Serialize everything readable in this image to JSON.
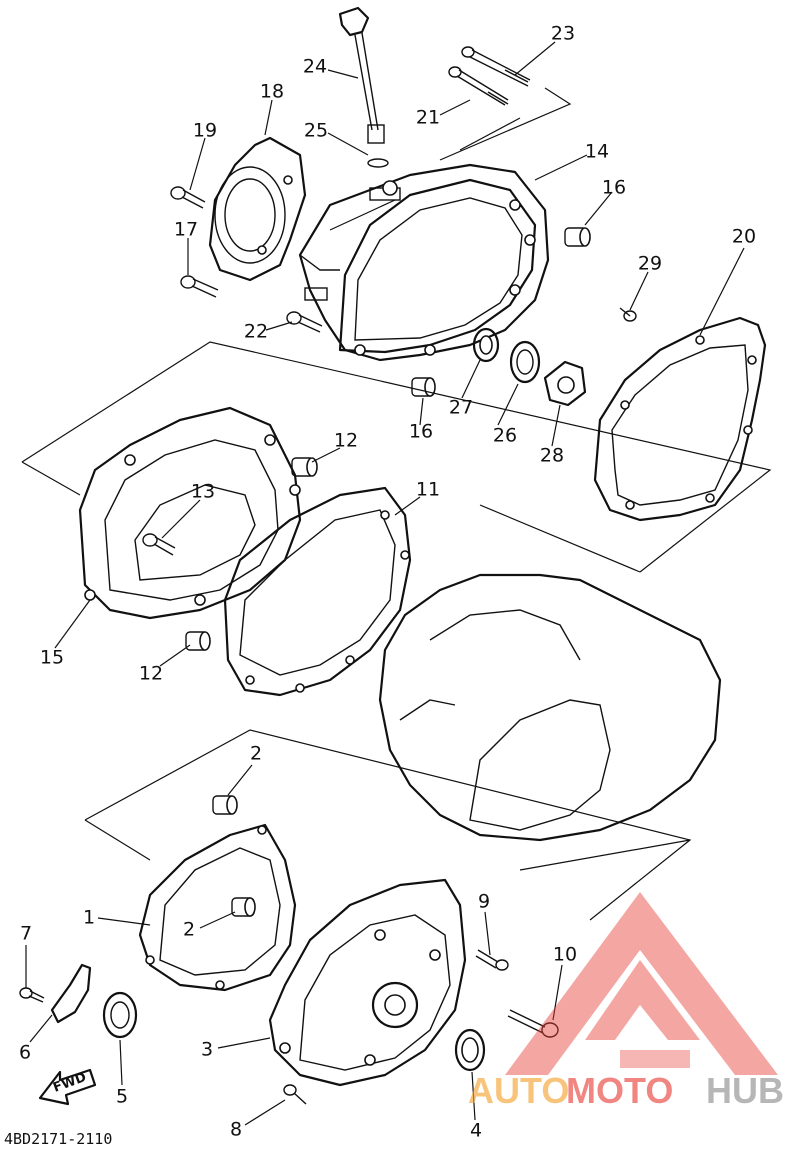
{
  "diagram_code": "4BD2171-2110",
  "fwd_label": "FWD",
  "watermark": {
    "part1": "AUTO",
    "part2": "MOTO",
    "part3": "HUB",
    "colors": {
      "red": "#e8403a",
      "orange": "#f4a330",
      "gray": "#9a9a9a"
    }
  },
  "callouts": {
    "c1": "1",
    "c2a": "2",
    "c2b": "2",
    "c3": "3",
    "c4": "4",
    "c5": "5",
    "c6": "6",
    "c7": "7",
    "c8": "8",
    "c9": "9",
    "c10": "10",
    "c11": "11",
    "c12a": "12",
    "c12b": "12",
    "c13": "13",
    "c14": "14",
    "c15": "15",
    "c16a": "16",
    "c16b": "16",
    "c17": "17",
    "c18": "18",
    "c19": "19",
    "c20": "20",
    "c21": "21",
    "c22": "22",
    "c23": "23",
    "c24": "24",
    "c25": "25",
    "c26": "26",
    "c27": "27",
    "c28": "28",
    "c29": "29"
  }
}
